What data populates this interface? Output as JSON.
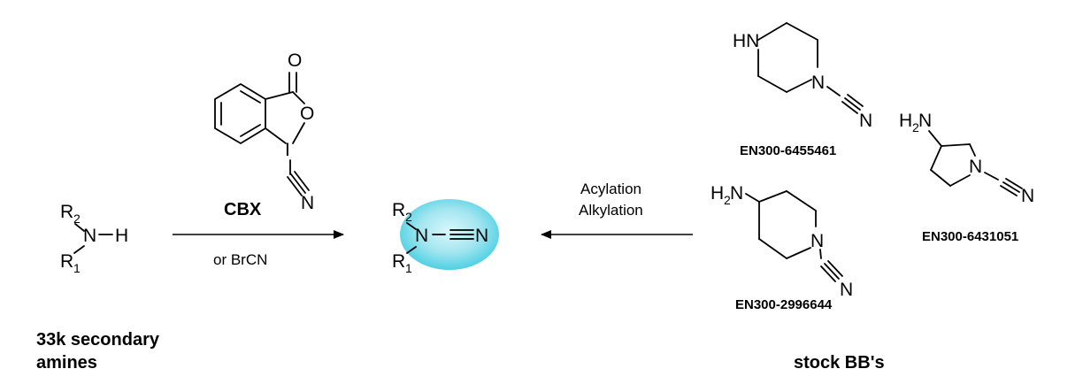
{
  "reagent": {
    "name": "CBX",
    "alternative": "or BrCN"
  },
  "conditions": {
    "line1": "Acylation",
    "line2": "Alkylation"
  },
  "labels": {
    "amines_line1": "33k secondary",
    "amines_line2": "amines",
    "stock": "stock BB's"
  },
  "building_blocks": {
    "piperazine_id": "EN300-6455461",
    "pyrrolidine_id": "EN300-6431051",
    "piperidine_id": "EN300-2996644"
  },
  "colors": {
    "highlight_center": "#d9f7fb",
    "highlight_edge": "#4fd0e3"
  }
}
